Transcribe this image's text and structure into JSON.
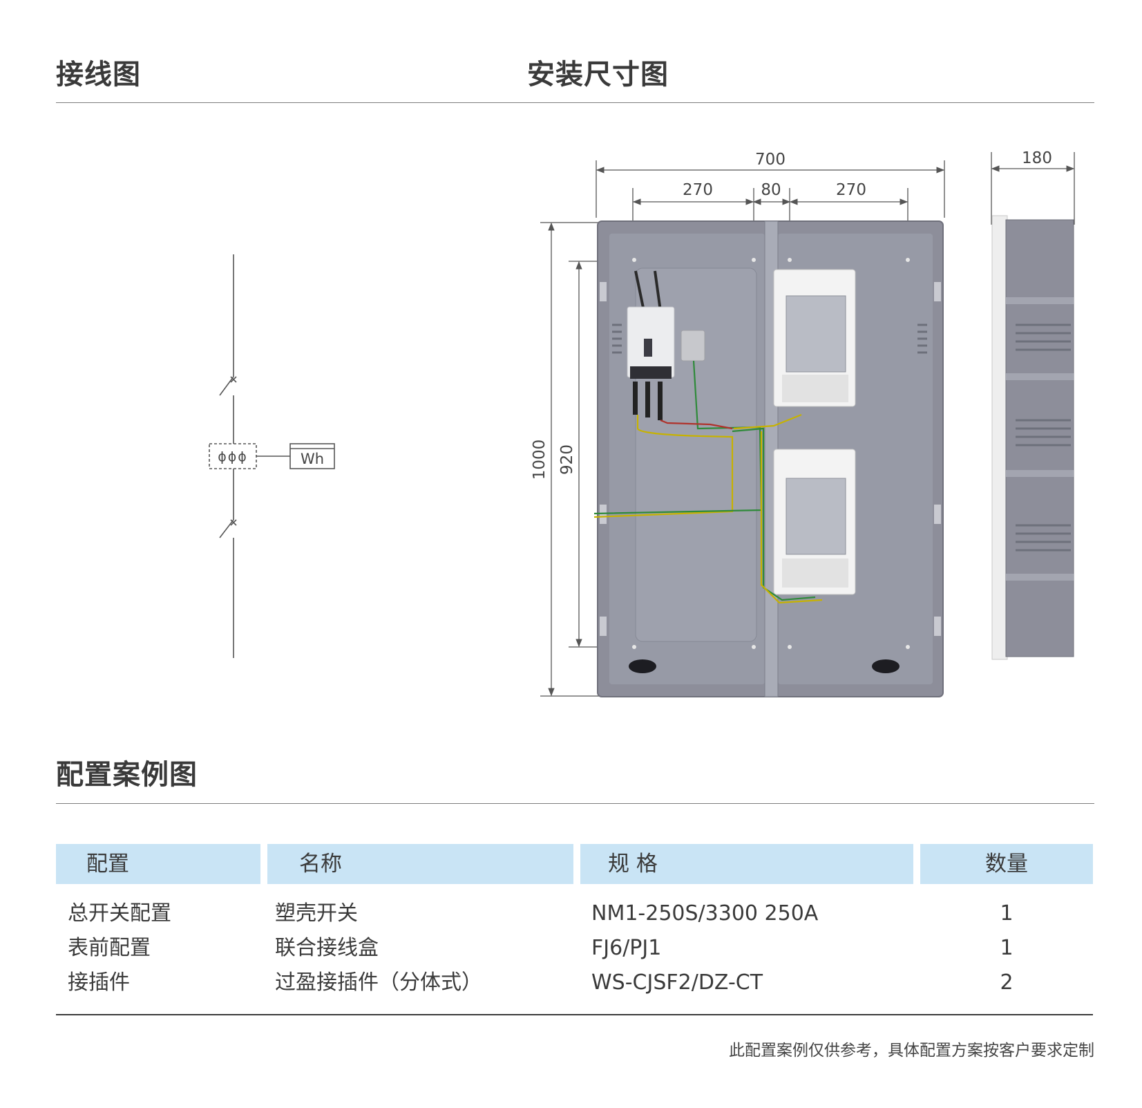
{
  "headings": {
    "wiring": "接线图",
    "install_size": "安装尺寸图",
    "config_case": "配置案例图"
  },
  "wiring_diagram": {
    "meter_label": "Wh",
    "terminal_symbol": "ϕϕϕ"
  },
  "dimensions": {
    "total_width": "700",
    "left_width": "270",
    "center_gap": "80",
    "right_width": "270",
    "depth": "180",
    "total_height": "1000",
    "mount_height": "920"
  },
  "table": {
    "headers": [
      "配置",
      "名称",
      "规 格",
      "数量"
    ],
    "rows": [
      {
        "config": "总开关配置",
        "name": "塑壳开关",
        "spec": "NM1-250S/3300 250A",
        "qty": "1"
      },
      {
        "config": "表前配置",
        "name": "联合接线盒",
        "spec": "FJ6/PJ1",
        "qty": "1"
      },
      {
        "config": "接插件",
        "name": "过盈接插件（分体式）",
        "spec": "WS-CJSF2/DZ-CT",
        "qty": "2"
      }
    ]
  },
  "footnote": "此配置案例仅供参考，具体配置方案按客户要求定制",
  "colors": {
    "header_bg": "#c9e4f5",
    "box_gray": "#8d8e9a",
    "rule": "#7d7d7d"
  }
}
